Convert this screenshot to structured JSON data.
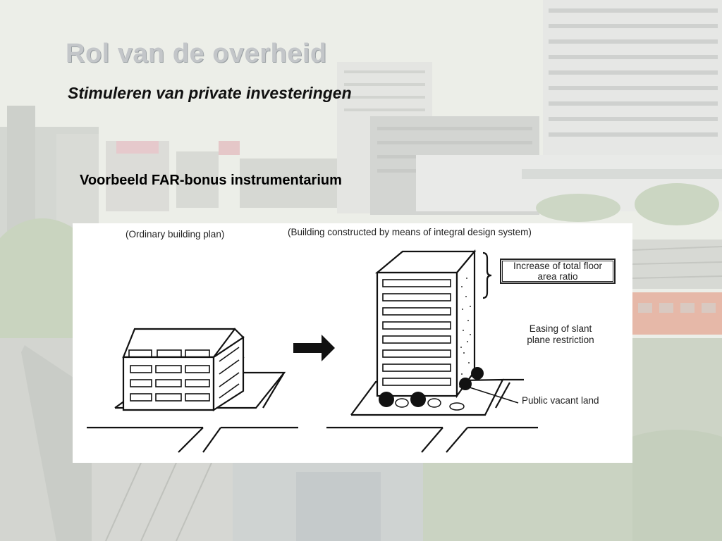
{
  "slide": {
    "title": "Rol van de overheid",
    "subtitle": "Stimuleren van private investeringen",
    "section_label": "Voorbeeld FAR-bonus instrumentarium"
  },
  "figure": {
    "left_caption": "(Ordinary building plan)",
    "right_caption": "(Building constructed by means of integral design system)",
    "callout_far": "Increase of total floor\narea ratio",
    "callout_slant": "Easing of slant\nplane restriction",
    "callout_vacant": "Public vacant land"
  },
  "colors": {
    "title": "#c3c6c9",
    "subtitle": "#111111",
    "sky": "#eef0ea"
  }
}
